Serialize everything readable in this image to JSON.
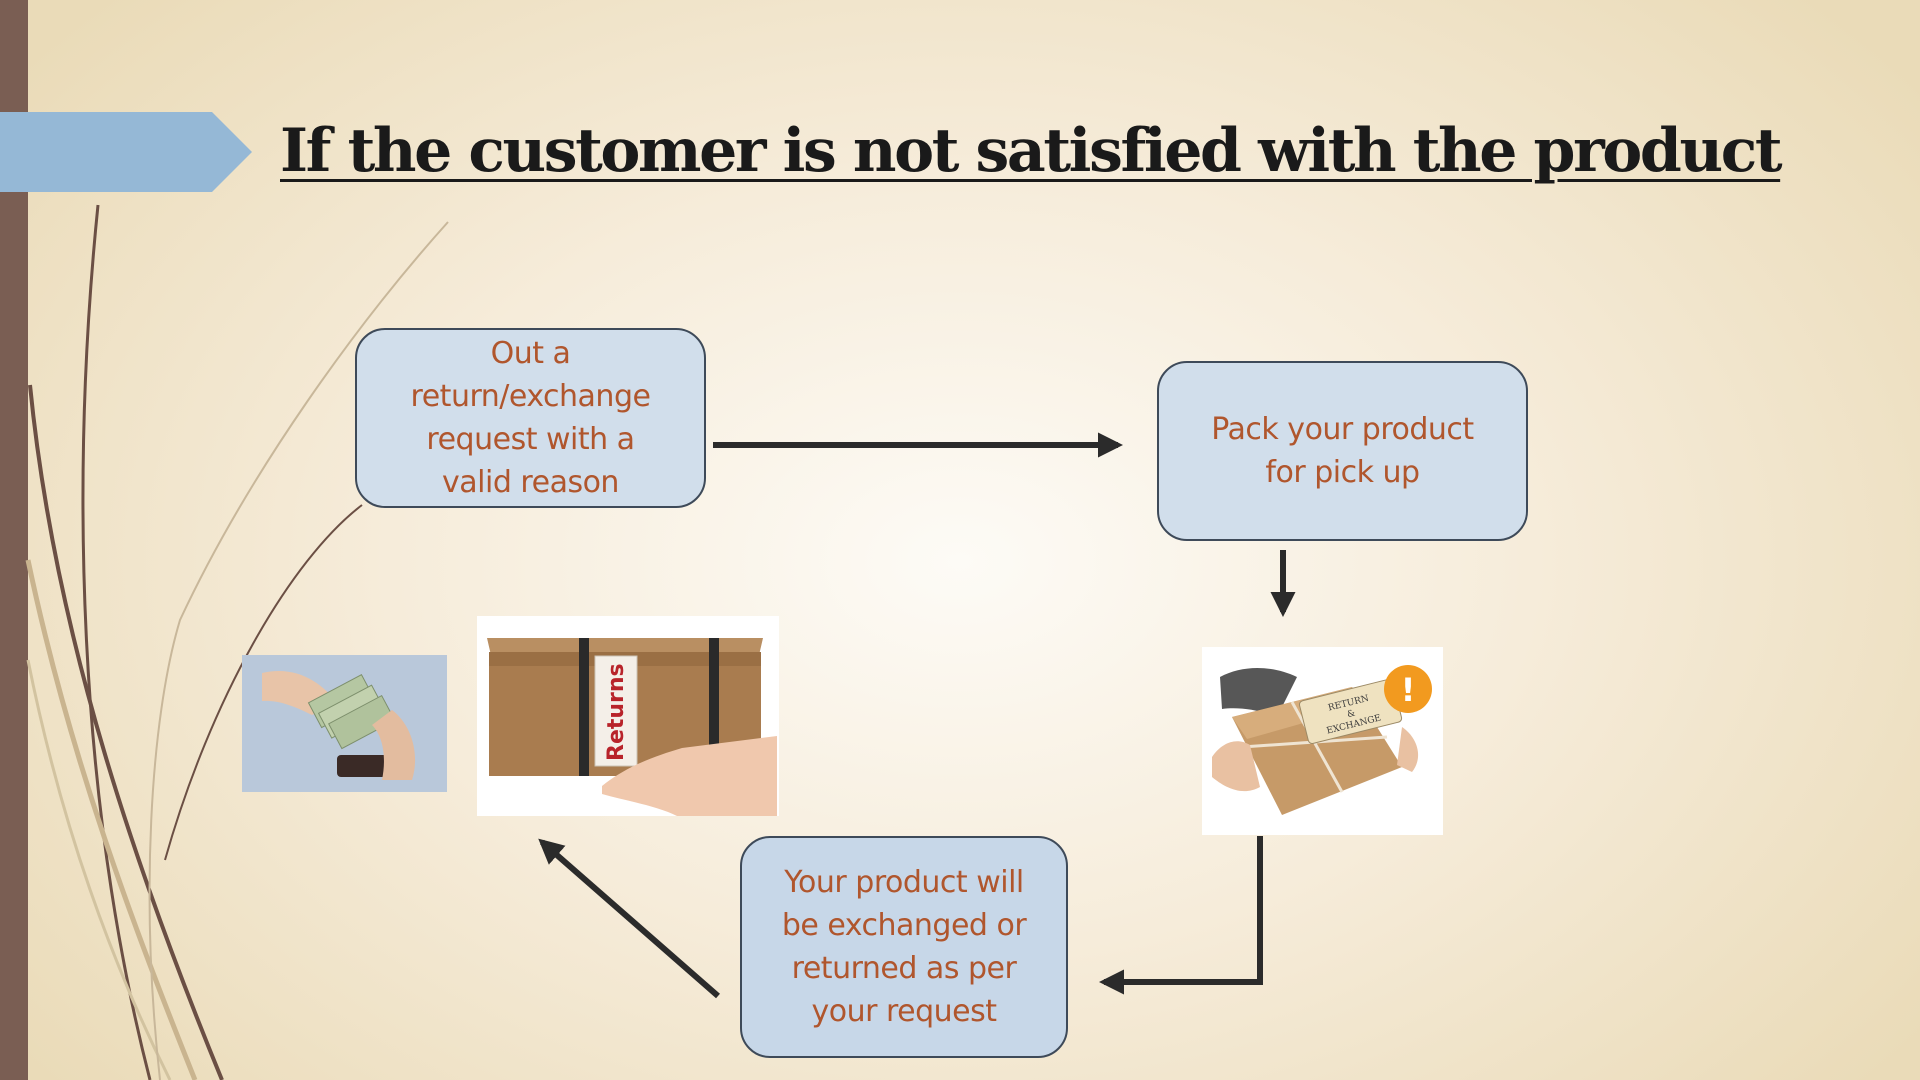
{
  "slide": {
    "title": "If the customer is not satisfied with the product",
    "colors": {
      "accent_tab": "#95b8d6",
      "left_bar": "#7a5e53",
      "box_fill": "#d1deeb",
      "box_border": "#3e4a59",
      "box_text": "#b0562d",
      "arrow": "#2b2b2b"
    }
  },
  "flow": {
    "steps": [
      {
        "text": "Out a\nreturn/exchange\nrequest with a\nvalid reason"
      },
      {
        "text": "Pack your product\nfor pick up"
      },
      {
        "text": "Your product will\nbe exchanged or\nreturned as per\nyour request"
      }
    ]
  },
  "images": {
    "returns_box_label": "Returns",
    "tag_label": "RETURN\n&\nEXCHANGE",
    "alert_icon_glyph": "!",
    "icons": [
      "cash-handover-photo",
      "returns-box-photo",
      "return-exchange-parcel-photo",
      "alert-icon"
    ]
  }
}
